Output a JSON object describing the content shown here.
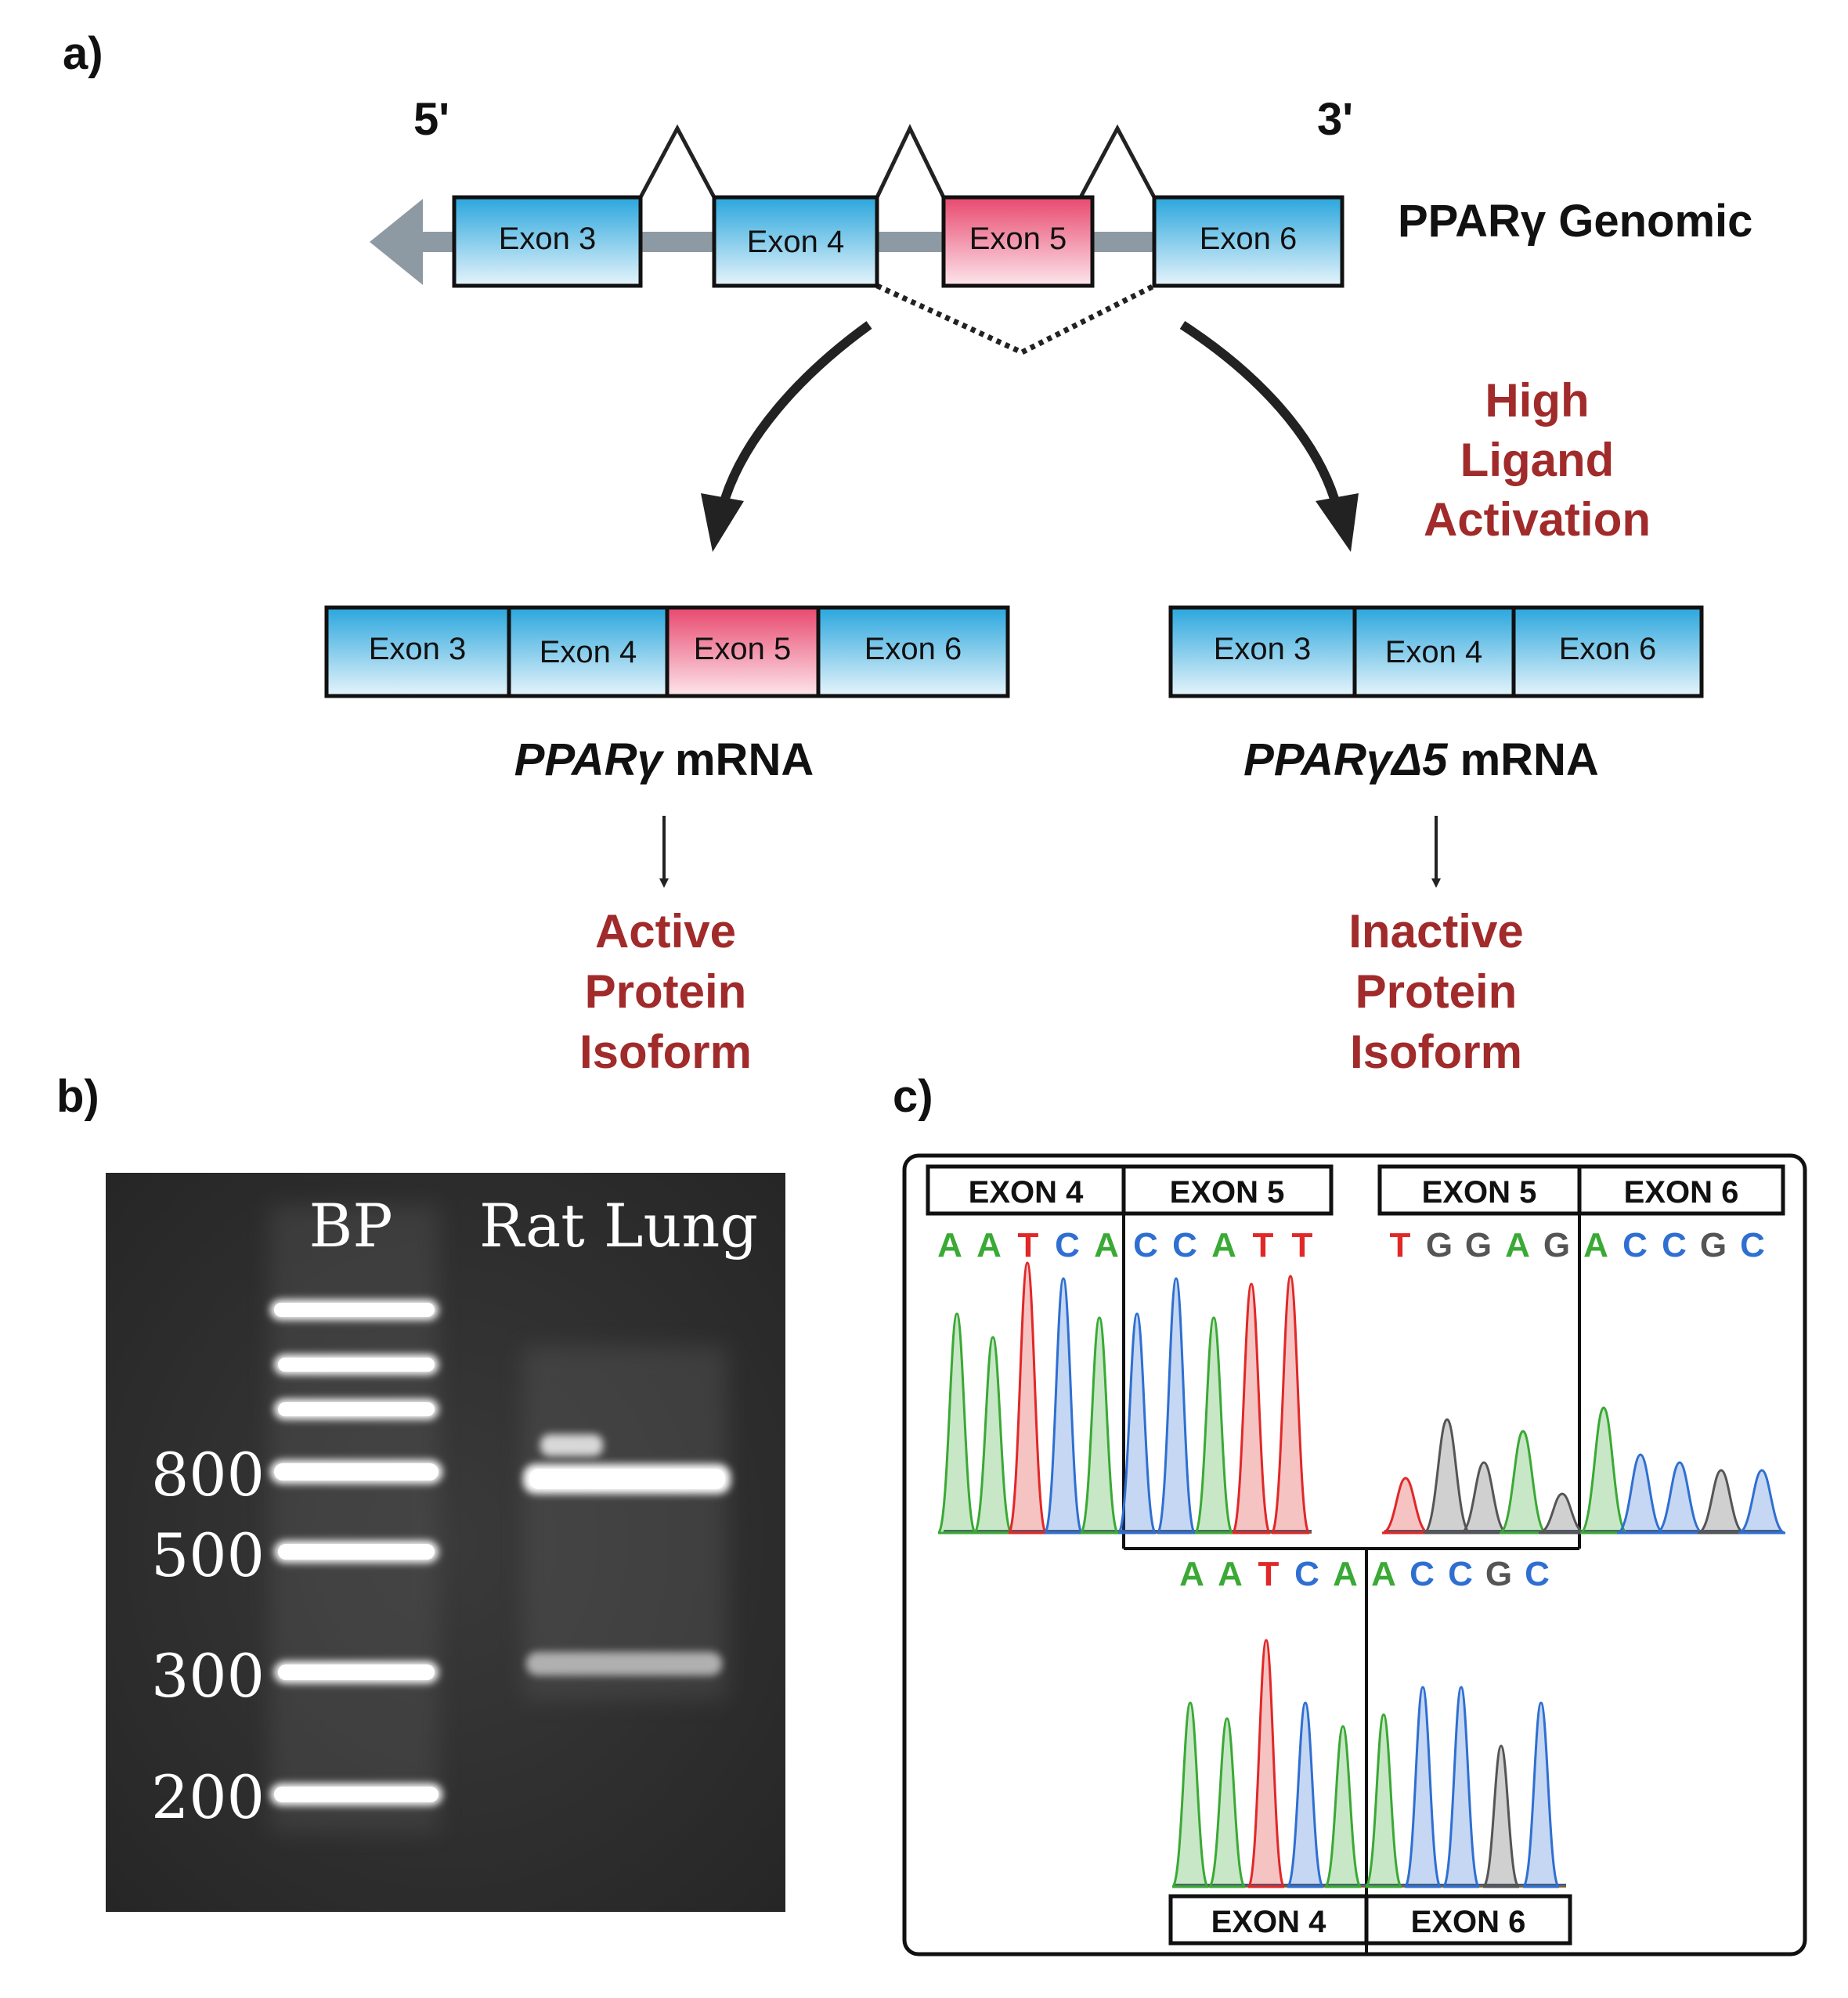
{
  "panel_a": {
    "label": "a)",
    "five_prime": "5'",
    "three_prime": "3'",
    "genomic_label": "PPARγ Genomic",
    "genomic_exons": [
      "Exon 3",
      "Exon 4",
      "Exon 5",
      "Exon 6"
    ],
    "activation_lines": [
      "High",
      "Ligand",
      "Activation"
    ],
    "left_mrna": {
      "exons": [
        "Exon 3",
        "Exon 4",
        "Exon 5",
        "Exon 6"
      ],
      "name_italic": "PPARγ",
      "name_suffix": " mRNA",
      "outcome_lines": [
        "Active",
        "Protein",
        "Isoform"
      ]
    },
    "right_mrna": {
      "exons": [
        "Exon 3",
        "Exon 4",
        "Exon 6"
      ],
      "name_italic": "PPARγΔ5",
      "name_suffix": " mRNA",
      "outcome_lines": [
        "Inactive",
        "Protein",
        "Isoform"
      ]
    }
  },
  "panel_b": {
    "label": "b)",
    "lane_ladder": "BP",
    "lane_sample": "Rat Lung",
    "ladder_marks": [
      "800",
      "500",
      "300",
      "200"
    ]
  },
  "panel_c": {
    "label": "c)",
    "top_left_boxes": [
      "EXON 4",
      "EXON 5"
    ],
    "top_right_boxes": [
      "EXON 5",
      "EXON 6"
    ],
    "bottom_boxes": [
      "EXON 4",
      "EXON 6"
    ],
    "seq_top_left": [
      "A",
      "A",
      "T",
      "C",
      "A",
      "C",
      "C",
      "A",
      "T",
      "T"
    ],
    "seq_top_right": [
      "T",
      "G",
      "G",
      "A",
      "G",
      "A",
      "C",
      "C",
      "G",
      "C"
    ],
    "seq_bottom": [
      "A",
      "A",
      "T",
      "C",
      "A",
      "A",
      "C",
      "C",
      "G",
      "C"
    ]
  },
  "colors": {
    "exon_blue_top": "#2aa6dd",
    "exon_blue_bottom": "#e6f4fb",
    "exon_pink_top": "#e8486e",
    "exon_pink_bottom": "#fde6ec",
    "dark_red": "#a12a2a",
    "base_A": "#3aa935",
    "base_C": "#2f6fd1",
    "base_T": "#e02828",
    "base_G": "#555555"
  }
}
